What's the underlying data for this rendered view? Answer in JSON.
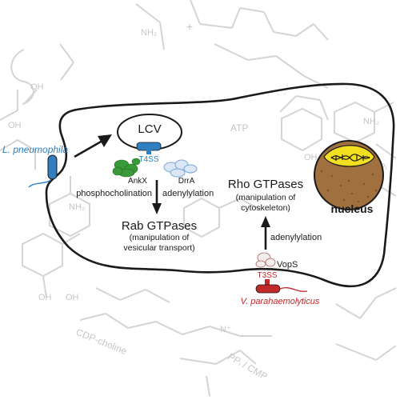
{
  "background_chemistry": {
    "plus_sign": "+",
    "oh_1": "OH",
    "oh_2": "OH",
    "nh2_1": "NH₂",
    "nh2_2": "NH₂",
    "nh2_3": "NH₂",
    "atp_label": "ATP",
    "ppi_label": "PPᵢ",
    "cdp_choline_label": "CDP-choline",
    "ppi_cmp_label": "PPᵢ / CMP",
    "oh_3": "OH",
    "oh_4": "OH",
    "oh_5": "OH",
    "n_plus": "N⁺"
  },
  "cell": {
    "lcv_label": "LCV",
    "t4ss_label": "T4SS",
    "ankx_label": "AnkX",
    "drra_label": "DrrA",
    "phosphocholination_label": "phosphocholination",
    "adenylylation_left_label": "adenylylation",
    "rab_title": "Rab GTPases",
    "rab_subtitle_line1": "(manipulation of",
    "rab_subtitle_line2": "vesicular transport)",
    "rho_title": "Rho GTPases",
    "rho_subtitle_line1": "(manipulation of",
    "rho_subtitle_line2": "cytoskeleton)",
    "adenylylation_right_label": "adenylylation",
    "vops_label": "VopS",
    "t3ss_label": "T3SS",
    "nucleus_label": "nucleus"
  },
  "bacteria": {
    "legionella_label": "L. pneumophila",
    "vibrio_label": "V. parahaemolyticus"
  },
  "colors": {
    "legionella_blue": "#2f7fc1",
    "vibrio_red": "#c0282a",
    "ankx_green": "#3a9a3a",
    "drra_blue": "#7aa6d6",
    "nucleus_brown": "#a0703e",
    "dna_yellow": "#f2e020",
    "membrane": "#1a1a1a",
    "background_gray": "#d2d2d2"
  }
}
